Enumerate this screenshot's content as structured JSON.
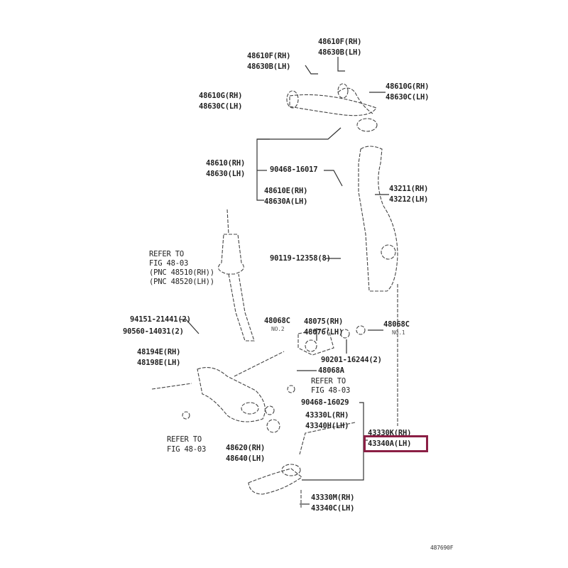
{
  "diagram": {
    "labels": {
      "upper_arm_bolt_top": [
        "48610F(RH)",
        "48630B(LH)"
      ],
      "upper_arm_bolt_left": [
        "48610F(RH)",
        "48630B(LH)"
      ],
      "upper_bushing_right": [
        "48610G(RH)",
        "48630C(LH)"
      ],
      "upper_bushing_left": [
        "48610G(RH)",
        "48630C(LH)"
      ],
      "upper_arm": [
        "48610(RH)",
        "48630(LH)"
      ],
      "upper_arm_nut": "90468-16017",
      "upper_ball_joint": [
        "48610E(RH)",
        "48630A(LH)"
      ],
      "knuckle": [
        "43211(RH)",
        "43212(LH)"
      ],
      "shock_refer": [
        "REFER TO",
        "FIG 48-03",
        "(PNC 48510(RH))",
        "(PNC 48520(LH))"
      ],
      "knuckle_bolt": "90119-12358(8)",
      "stopper_no2": [
        "48068C",
        "NO.2"
      ],
      "bracket": [
        "48075(RH)",
        "48076(LH)"
      ],
      "bolt_94151": "94151-21441(2)",
      "nut_90560": "90560-14031(2)",
      "stopper_no1": [
        "48068C",
        "NO.1"
      ],
      "lower_bushing": [
        "48194E(RH)",
        "48198E(LH)"
      ],
      "bolt_90201": "90201-16244(2)",
      "lower_bolt": "48068A",
      "refer_right": [
        "REFER TO",
        "FIG 48-03"
      ],
      "nut_90468": "90468-16029",
      "ball_joint_L": [
        "43330L(RH)",
        "43340H(LH)"
      ],
      "ball_joint_K": [
        "43330K(RH)",
        "43340A(LH)"
      ],
      "refer_left": [
        "REFER TO",
        "FIG 48-03"
      ],
      "lower_arm": [
        "48620(RH)",
        "48640(LH)"
      ],
      "ball_joint_M": [
        "43330M(RH)",
        "43340C(LH)"
      ],
      "figure_code": "487690F"
    },
    "highlighted_part": "43340A(LH)",
    "highlight_color": "#8b1f45"
  }
}
